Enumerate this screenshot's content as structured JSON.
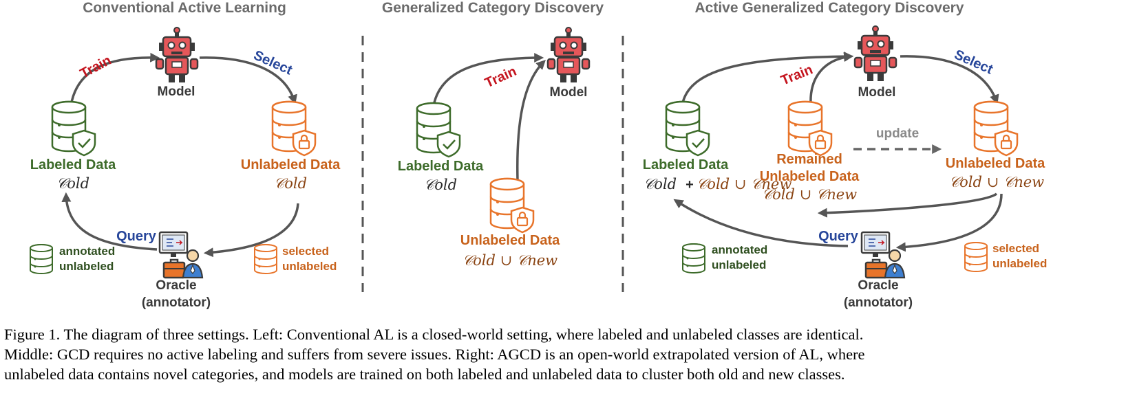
{
  "panels": {
    "left": {
      "title": "Conventional Active Learning",
      "train": "Train",
      "select": "Select",
      "model": "Model",
      "labeled": "Labeled Data",
      "labeled_math": "𝒞old",
      "unlabeled": "Unlabeled Data",
      "unlabeled_math": "𝒞old",
      "query": "Query",
      "oracle_line1": "Oracle",
      "oracle_line2": "(annotator)",
      "legend_annotated_1": "annotated",
      "legend_annotated_2": "unlabeled",
      "legend_selected_1": "selected",
      "legend_selected_2": "unlabeled"
    },
    "middle": {
      "title": "Generalized Category Discovery",
      "train": "Train",
      "model": "Model",
      "labeled": "Labeled Data",
      "labeled_math": "𝒞old",
      "unlabeled": "Unlabeled Data",
      "unlabeled_math": "𝒞old ∪ 𝒞new"
    },
    "right": {
      "title": "Active Generalized Category Discovery",
      "train": "Train",
      "select": "Select",
      "model": "Model",
      "update": "update",
      "labeled": "Labeled Data",
      "labeled_math_1": "𝒞old",
      "labeled_plus": "+",
      "labeled_math_2": "𝒞old ∪ 𝒞new",
      "remained_1": "Remained",
      "remained_2": "Unlabeled Data",
      "remained_math": "𝒞old ∪ 𝒞new",
      "unlabeled": "Unlabeled Data",
      "unlabeled_math": "𝒞old ∪ 𝒞new",
      "query": "Query",
      "oracle_line1": "Oracle",
      "oracle_line2": "(annotator)",
      "legend_annotated_1": "annotated",
      "legend_annotated_2": "unlabeled",
      "legend_selected_1": "selected",
      "legend_selected_2": "unlabeled"
    }
  },
  "caption": {
    "line1": "Figure 1. The diagram of three settings. Left: Conventional AL is a closed-world setting, where labeled and unlabeled classes are identical.",
    "line2": "Middle: GCD requires no active labeling and suffers from severe issues. Right: AGCD is an open-world extrapolated version of AL, where",
    "line3": "unlabeled data contains novel categories, and models are trained on both labeled and unlabeled data to cluster both old and new classes."
  },
  "icons": {
    "model": "robot-icon",
    "labeled": "database-shield-check-icon",
    "unlabeled": "database-shield-lock-icon",
    "oracle": "annotator-computer-icon",
    "legend": "database-icon"
  },
  "colors": {
    "green": "#3d6b2a",
    "orange": "#e8742a",
    "train": "#c4141e",
    "select_query": "#27469a",
    "robot": "#e5575a",
    "arrow": "#555555"
  }
}
